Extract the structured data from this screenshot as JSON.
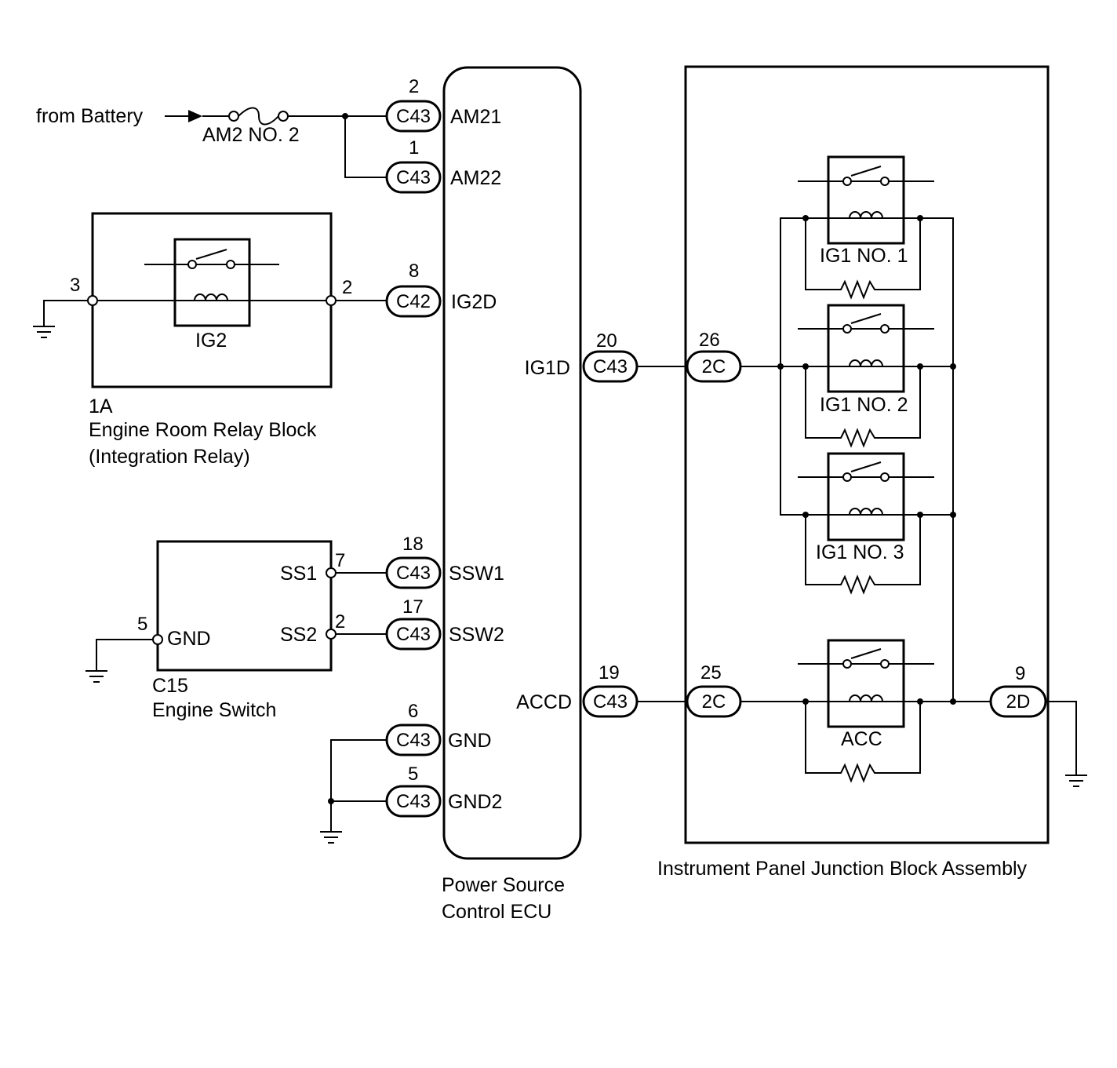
{
  "battery": {
    "label": "from Battery",
    "fuse": "AM2 NO. 2"
  },
  "ecu": {
    "label_line1": "Power Source",
    "label_line2": "Control ECU",
    "pins": {
      "am21": {
        "pin": "2",
        "connector": "C43",
        "name": "AM21"
      },
      "am22": {
        "pin": "1",
        "connector": "C43",
        "name": "AM22"
      },
      "ig2d": {
        "pin": "8",
        "connector": "C42",
        "name": "IG2D"
      },
      "ig1d": {
        "pin": "20",
        "connector": "C43",
        "name": "IG1D"
      },
      "ssw1": {
        "pin": "18",
        "connector": "C43",
        "name": "SSW1"
      },
      "ssw2": {
        "pin": "17",
        "connector": "C43",
        "name": "SSW2"
      },
      "accd": {
        "pin": "19",
        "connector": "C43",
        "name": "ACCD"
      },
      "gnd": {
        "pin": "6",
        "connector": "C43",
        "name": "GND"
      },
      "gnd2": {
        "pin": "5",
        "connector": "C43",
        "name": "GND2"
      }
    }
  },
  "relay_block": {
    "code": "1A",
    "name_line1": "Engine Room Relay Block",
    "name_line2": "(Integration Relay)",
    "relay": "IG2",
    "pin_left": "3",
    "pin_right": "2"
  },
  "engine_switch": {
    "code": "C15",
    "name": "Engine Switch",
    "gnd_pin": "5",
    "gnd_label": "GND",
    "ss1_label": "SS1",
    "ss1_pin": "7",
    "ss2_label": "SS2",
    "ss2_pin": "2"
  },
  "junction_block": {
    "name": "Instrument Panel Junction Block Assembly",
    "ig1d_pin": "26",
    "ig1d_connector": "2C",
    "accd_pin": "25",
    "accd_connector": "2C",
    "gnd_pin": "9",
    "gnd_connector": "2D",
    "relays": {
      "ig1_no1": "IG1 NO. 1",
      "ig1_no2": "IG1 NO. 2",
      "ig1_no3": "IG1 NO. 3",
      "acc": "ACC"
    }
  }
}
